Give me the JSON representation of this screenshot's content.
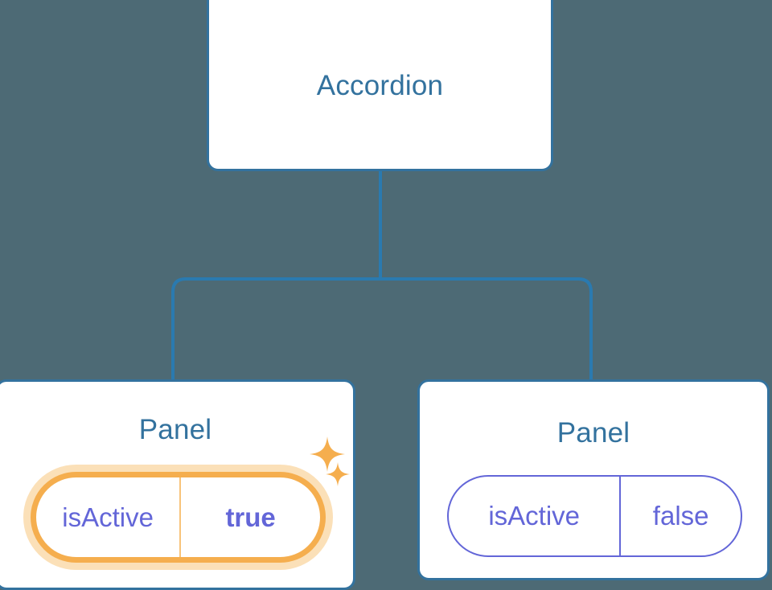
{
  "diagram": {
    "type": "component-tree",
    "background_color": "#4d6a75",
    "node_border_color": "#33729e",
    "node_title_color": "#33729e",
    "connector_color": "#2a7ab0",
    "prop_text_color": "#6366d8",
    "highlight_color": "#f5ae4e",
    "highlight_glow_color": "#fbe0b8",
    "sparkle_color": "#f5ae4e"
  },
  "root": {
    "title": "Accordion"
  },
  "children": [
    {
      "title": "Panel",
      "highlighted": true,
      "prop": {
        "key": "isActive",
        "value": "true",
        "value_emphasis": "bold"
      },
      "decorations": [
        "sparkle-large-icon",
        "sparkle-small-icon"
      ]
    },
    {
      "title": "Panel",
      "highlighted": false,
      "prop": {
        "key": "isActive",
        "value": "false",
        "value_emphasis": "normal"
      },
      "decorations": []
    }
  ]
}
